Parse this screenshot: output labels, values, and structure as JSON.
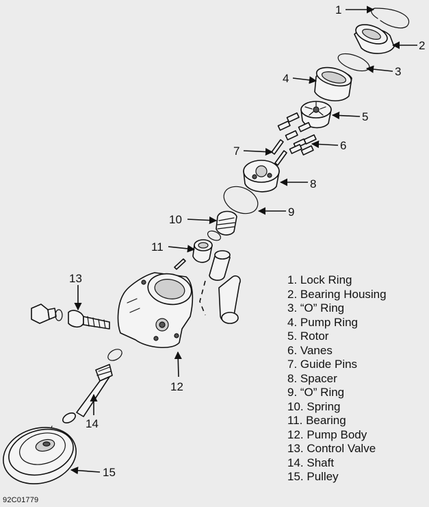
{
  "callouts": [
    "1",
    "2",
    "3",
    "4",
    "5",
    "6",
    "7",
    "8",
    "9",
    "10",
    "11",
    "12",
    "13",
    "14",
    "15"
  ],
  "legend": [
    "1. Lock Ring",
    "2. Bearing Housing",
    "3. “O” Ring",
    "4. Pump Ring",
    "5. Rotor",
    "6. Vanes",
    "7. Guide Pins",
    "8. Spacer",
    "9. “O” Ring",
    "10. Spring",
    "11. Bearing",
    "12. Pump Body",
    "13. Control Valve",
    "14. Shaft",
    "15. Pulley"
  ],
  "figure_id": "92C01779"
}
